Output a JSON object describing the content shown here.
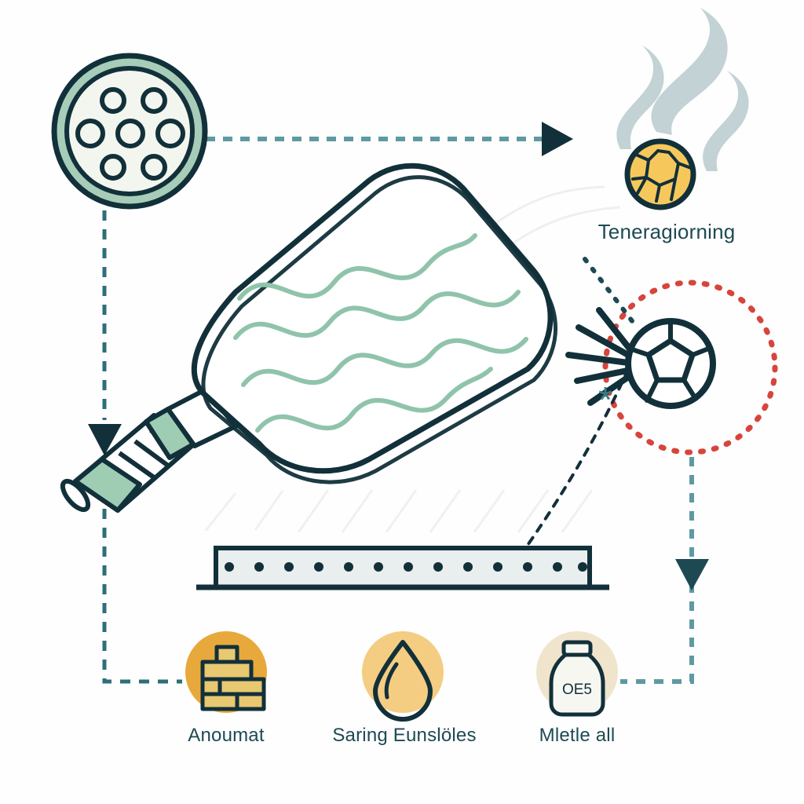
{
  "diagram": {
    "title_visible": false,
    "background_color": "#fefefe",
    "palette": {
      "ink": "#12303a",
      "teal": "#2d6f78",
      "teal_dash": "#5f9aa2",
      "sage": "#8fc4ab",
      "sage_light": "#b5d8c4",
      "orange": "#e8a93c",
      "orange_light": "#f4cd82",
      "cream": "#f0e4cd",
      "red_dot": "#d6453c",
      "steam_gray": "#c3d2d4",
      "panel_gray": "#e9eeee"
    },
    "nodes": {
      "perforated_disc": {
        "name": "perforated-disc",
        "icon": "perforated-circle-icon",
        "label": "",
        "holes": 7
      },
      "steaming_ball": {
        "name": "steaming-honeycomb-ball",
        "icon": "honeycomb-ball-icon",
        "label": "Teneragiorning",
        "steam_wisps": 3
      },
      "impact_ball": {
        "name": "impact-ball",
        "icon": "soccer-ball-icon",
        "label": "",
        "impact_lines": 5,
        "marker": "*"
      },
      "paddle": {
        "name": "paddle",
        "icon": "paddle-icon",
        "label": "",
        "wave_lines": 4
      },
      "rail": {
        "name": "dotted-rail",
        "icon": "rail-icon",
        "label": "",
        "dots": 13
      }
    },
    "bottom_items": [
      {
        "label": "Anoumat",
        "icon": "brick-stack-icon",
        "circle_color": "#e8a93c"
      },
      {
        "label": "Saring Eunslöles",
        "icon": "water-droplet-icon",
        "circle_color": "#f4cd82"
      },
      {
        "label": "Mletle all",
        "icon": "jar-icon",
        "circle_color": "#f0e4cd",
        "jar_label": "OE5"
      }
    ],
    "connectors": [
      {
        "name": "disc-to-steaming-ball",
        "style": "dashed",
        "color": "#5f9aa2",
        "arrow": "right"
      },
      {
        "name": "disc-to-paddle-handle",
        "style": "dashed",
        "color": "#2d6f78",
        "arrow": "down"
      },
      {
        "name": "paddle-to-bottom-left",
        "style": "dashed",
        "color": "#2d6f78",
        "arrow": "none"
      },
      {
        "name": "impact-ball-to-rail",
        "style": "dashed-curve",
        "color": "#12303a",
        "arrow": "none"
      },
      {
        "name": "impact-ball-to-bottom-right",
        "style": "dashed",
        "color": "#5f9aa2",
        "arrow": "down"
      },
      {
        "name": "impact-orbit",
        "style": "dotted-circle",
        "color": "#d6453c",
        "arrow": "none"
      },
      {
        "name": "steaming-ball-to-impact-ball",
        "style": "dotted",
        "color": "#1d4a52",
        "arrow": "none"
      }
    ]
  }
}
